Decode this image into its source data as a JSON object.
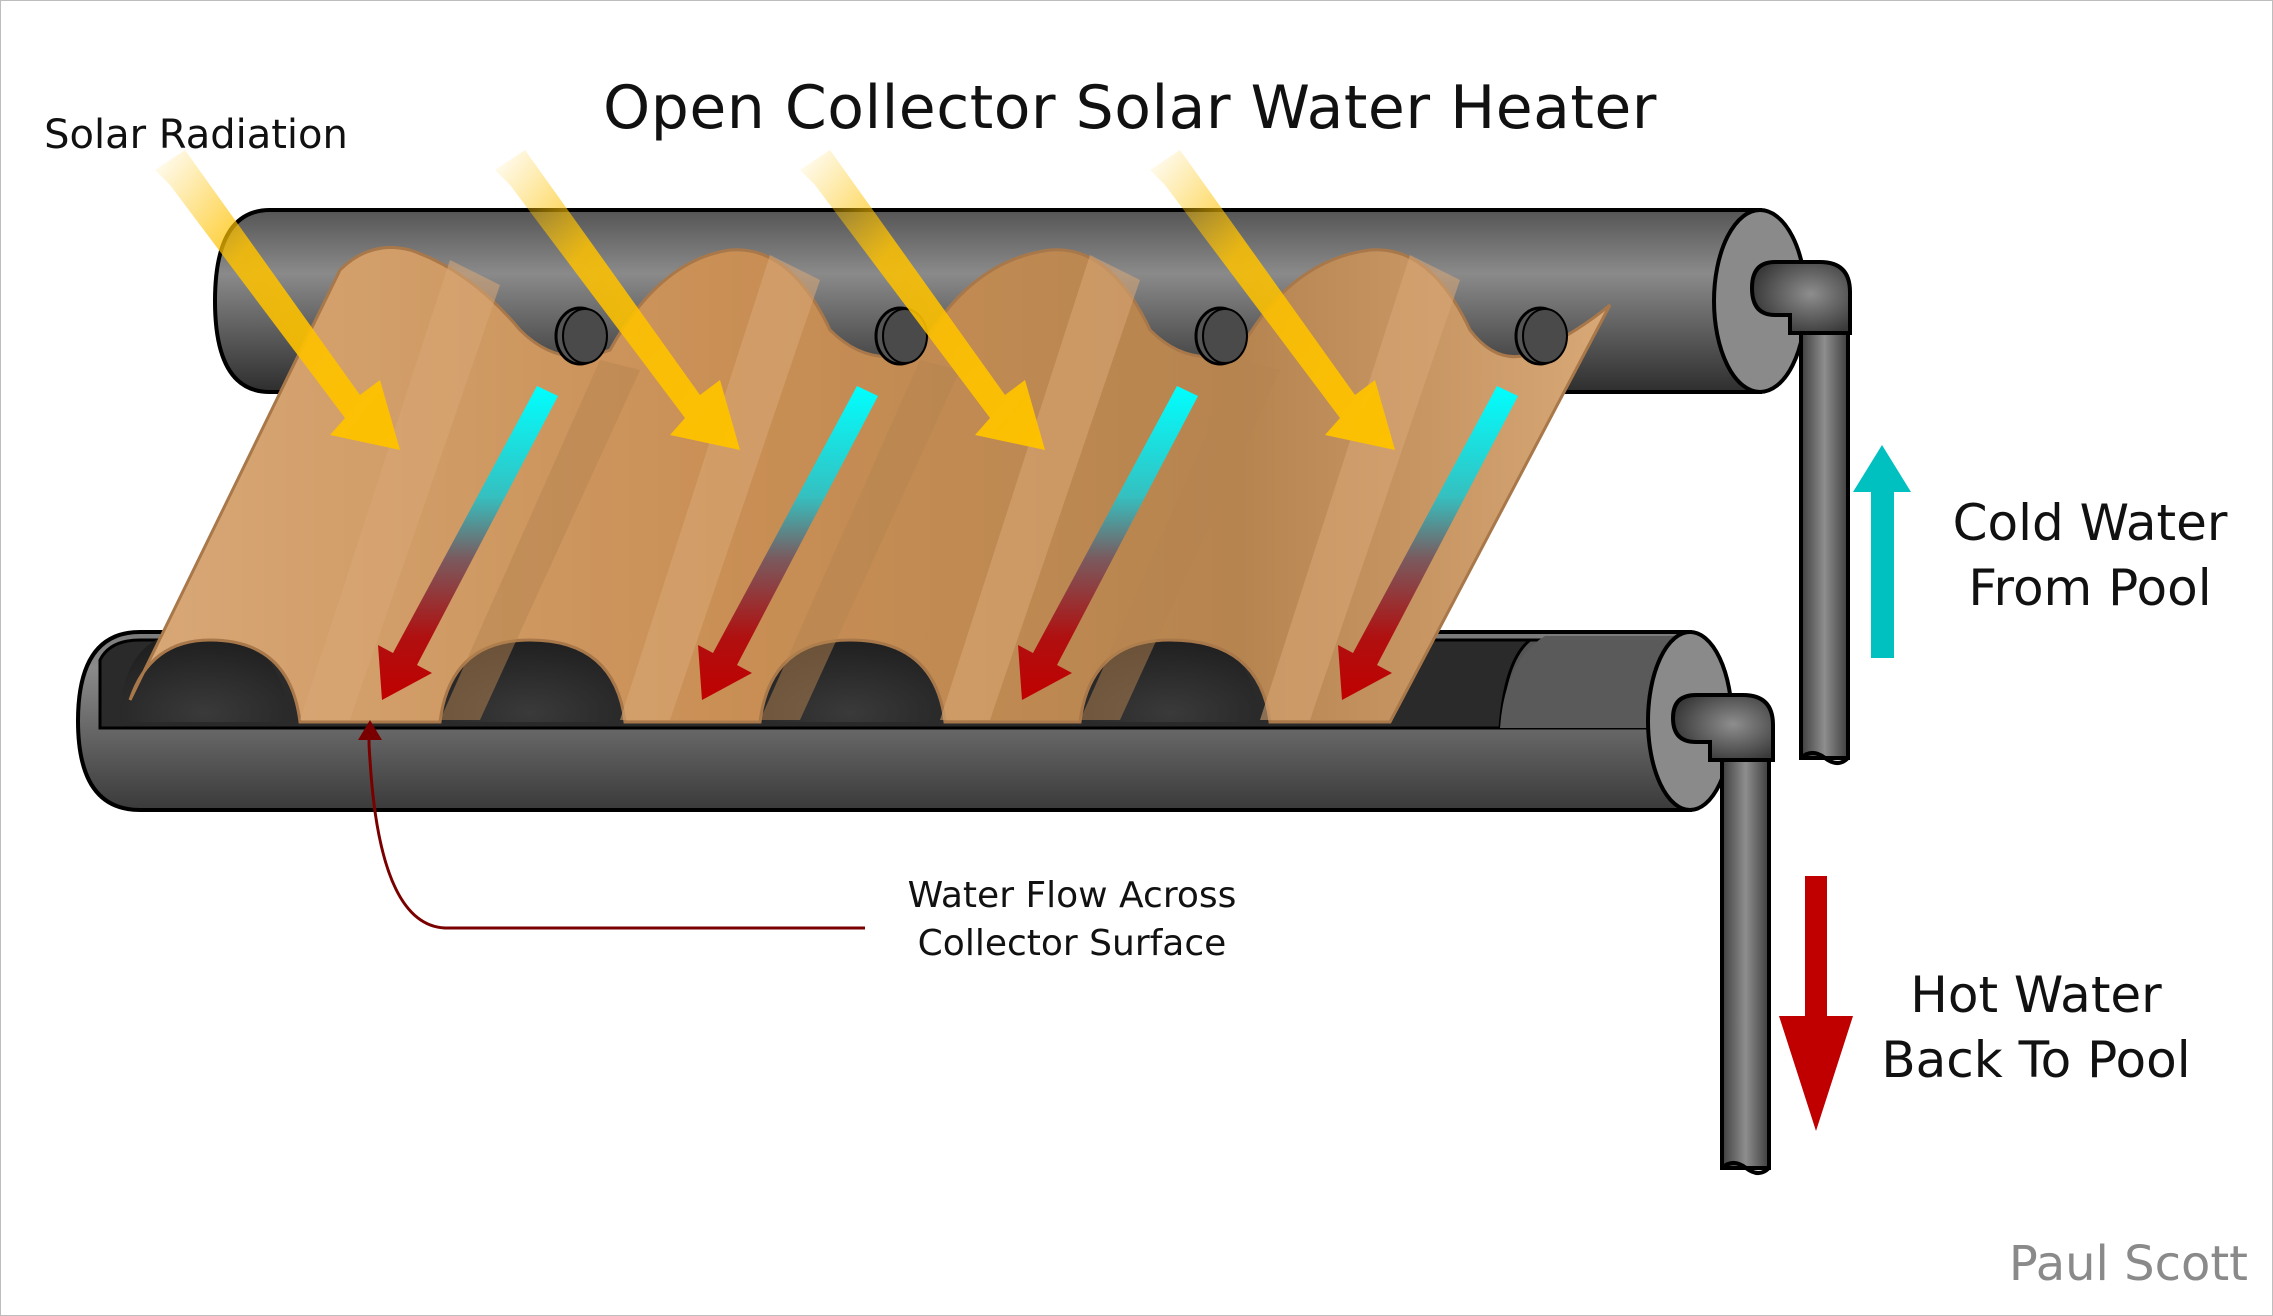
{
  "title": "Open Collector Solar Water Heater",
  "labels": {
    "solar_radiation": "Solar Radiation",
    "cold_water_line1": "Cold Water",
    "cold_water_line2": "From Pool",
    "hot_water_line1": "Hot Water",
    "hot_water_line2": "Back To Pool",
    "water_flow_line1": "Water Flow Across",
    "water_flow_line2": "Collector Surface",
    "credit": "Paul Scott"
  },
  "colors": {
    "sun_arrow": "#FDC100",
    "cold_water": "#00C0C0",
    "cold_flow_start": "#00FFFF",
    "hot_water": "#C00000",
    "callout": "#7A0000",
    "collector": "#C98F55",
    "collector_light": "#D8A877",
    "collector_dark": "#B6844F",
    "pipe_dark": "#333333",
    "pipe_mid": "#666666",
    "pipe_light": "#8A8A8A",
    "credit": "#8A8A8A"
  },
  "components": {
    "solar_rays": 4,
    "collector_channels": 4,
    "flow_arrows": 4,
    "top_header_holes": 4
  }
}
